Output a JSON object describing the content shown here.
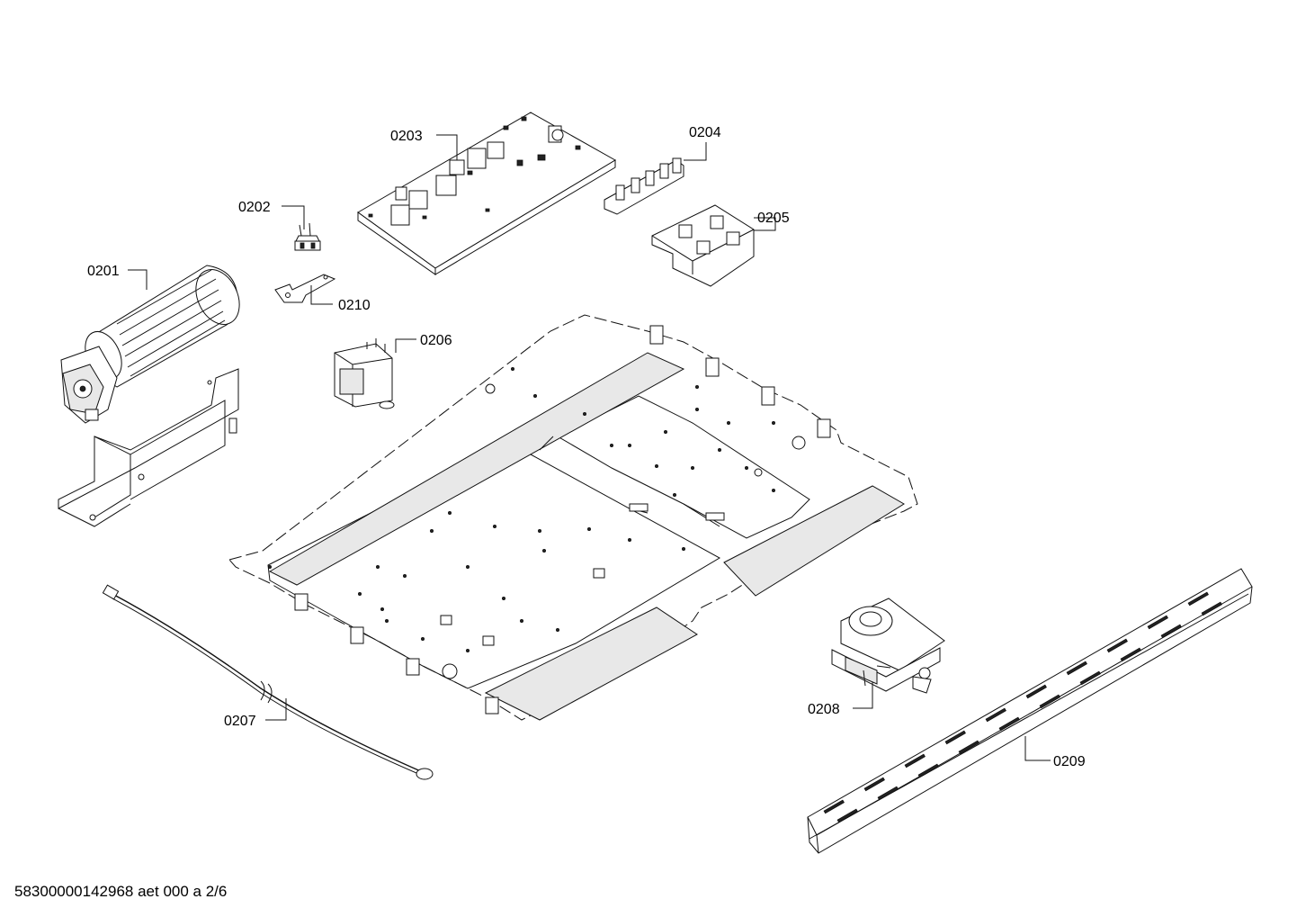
{
  "labels": {
    "p0201": "0201",
    "p0202": "0202",
    "p0203": "0203",
    "p0204": "0204",
    "p0205": "0205",
    "p0206": "0206",
    "p0207": "0207",
    "p0208": "0208",
    "p0209": "0209",
    "p0210": "0210"
  },
  "footer": "58300000142968 aet 000 a 2/6"
}
